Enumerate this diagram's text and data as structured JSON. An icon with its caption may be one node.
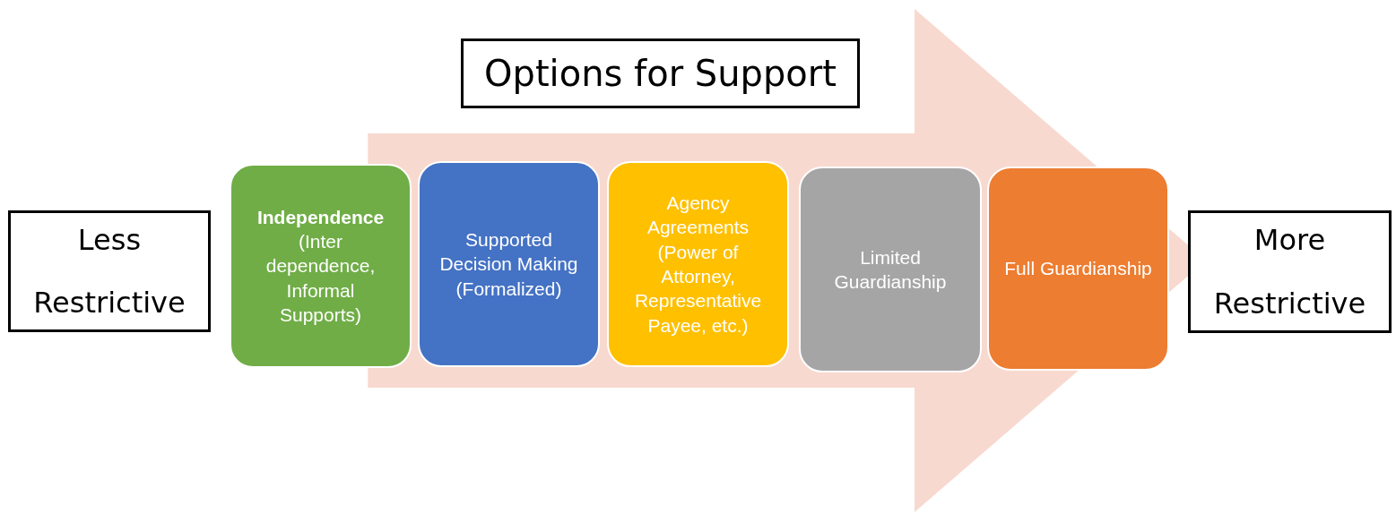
{
  "diagram": {
    "nodes": [
      {
        "text": [
          "Options for Support"
        ]
      },
      {
        "text": [
          "Less Restrictive"
        ]
      },
      {
        "text": [
          "Independence",
          "(Inter dependence, Informal Supports)"
        ]
      },
      {
        "text": [
          "Supported Decision Making (Formalized)"
        ]
      },
      {
        "text": [
          "Agency Agreements (Power of Attorney, Representative Payee, etc.)"
        ]
      },
      {
        "text": [
          "Limited Guardianship"
        ]
      },
      {
        "text": [
          "Full Guardianship"
        ]
      },
      {
        "text": [
          "More Restrictive"
        ]
      }
    ],
    "edges": [
      {
        "from": 2,
        "to": 7,
        "arrow": "to",
        "style": "thick",
        "color": "#f8d9cf"
      }
    ]
  }
}
